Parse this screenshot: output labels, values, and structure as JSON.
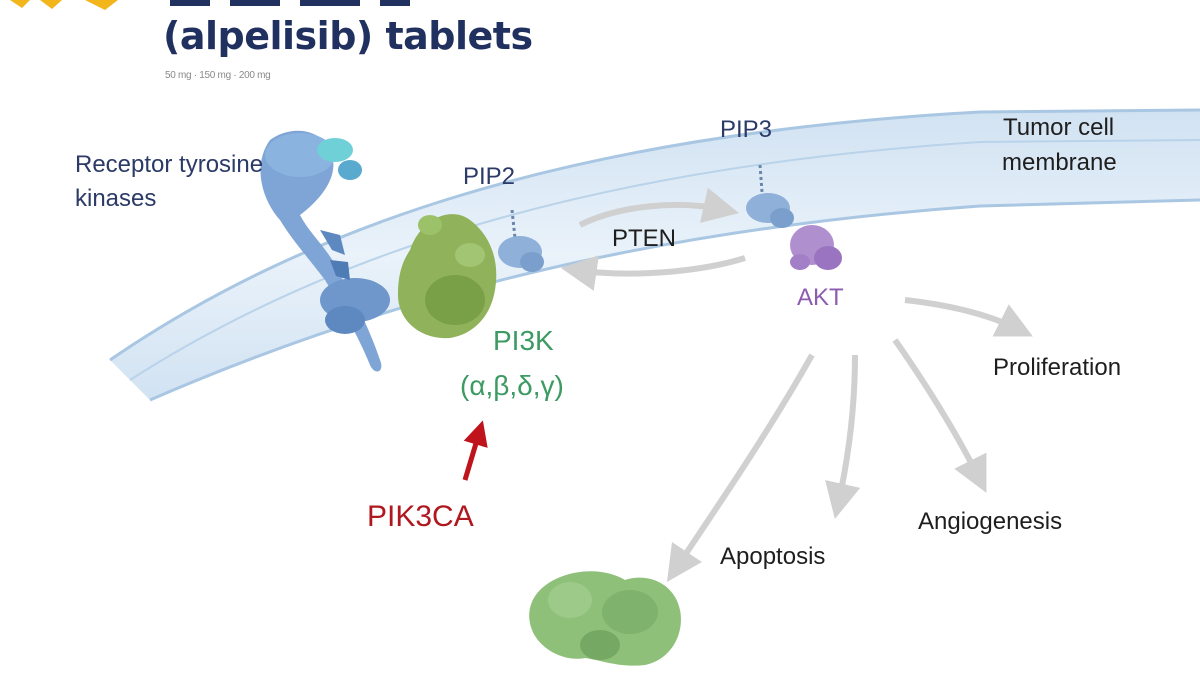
{
  "brand": {
    "product_line": "(alpelisib) tablets",
    "dosages": "50 mg · 150 mg · 200 mg"
  },
  "labels": {
    "receptor_line1": "Receptor tyrosine",
    "receptor_line2": "kinases",
    "pip2": "PIP2",
    "pip3": "PIP3",
    "pten": "PTEN",
    "akt": "AKT",
    "pi3k": "PI3K",
    "pi3k_isoforms": "(α,β,δ,γ)",
    "pik3ca": "PIK3CA",
    "membrane_line1": "Tumor cell",
    "membrane_line2": "membrane",
    "proliferation": "Proliferation",
    "angiogenesis": "Angiogenesis",
    "apoptosis": "Apoptosis"
  },
  "colors": {
    "membrane": "#d6e6f4",
    "receptor": "#7ea5d6",
    "pi3k_protein": "#8fb25a",
    "akt_protein": "#b08fcf",
    "pi3k_text": "#3c9a62",
    "pik3ca_text": "#b01820",
    "arrow_gray": "#d0d0d0"
  }
}
